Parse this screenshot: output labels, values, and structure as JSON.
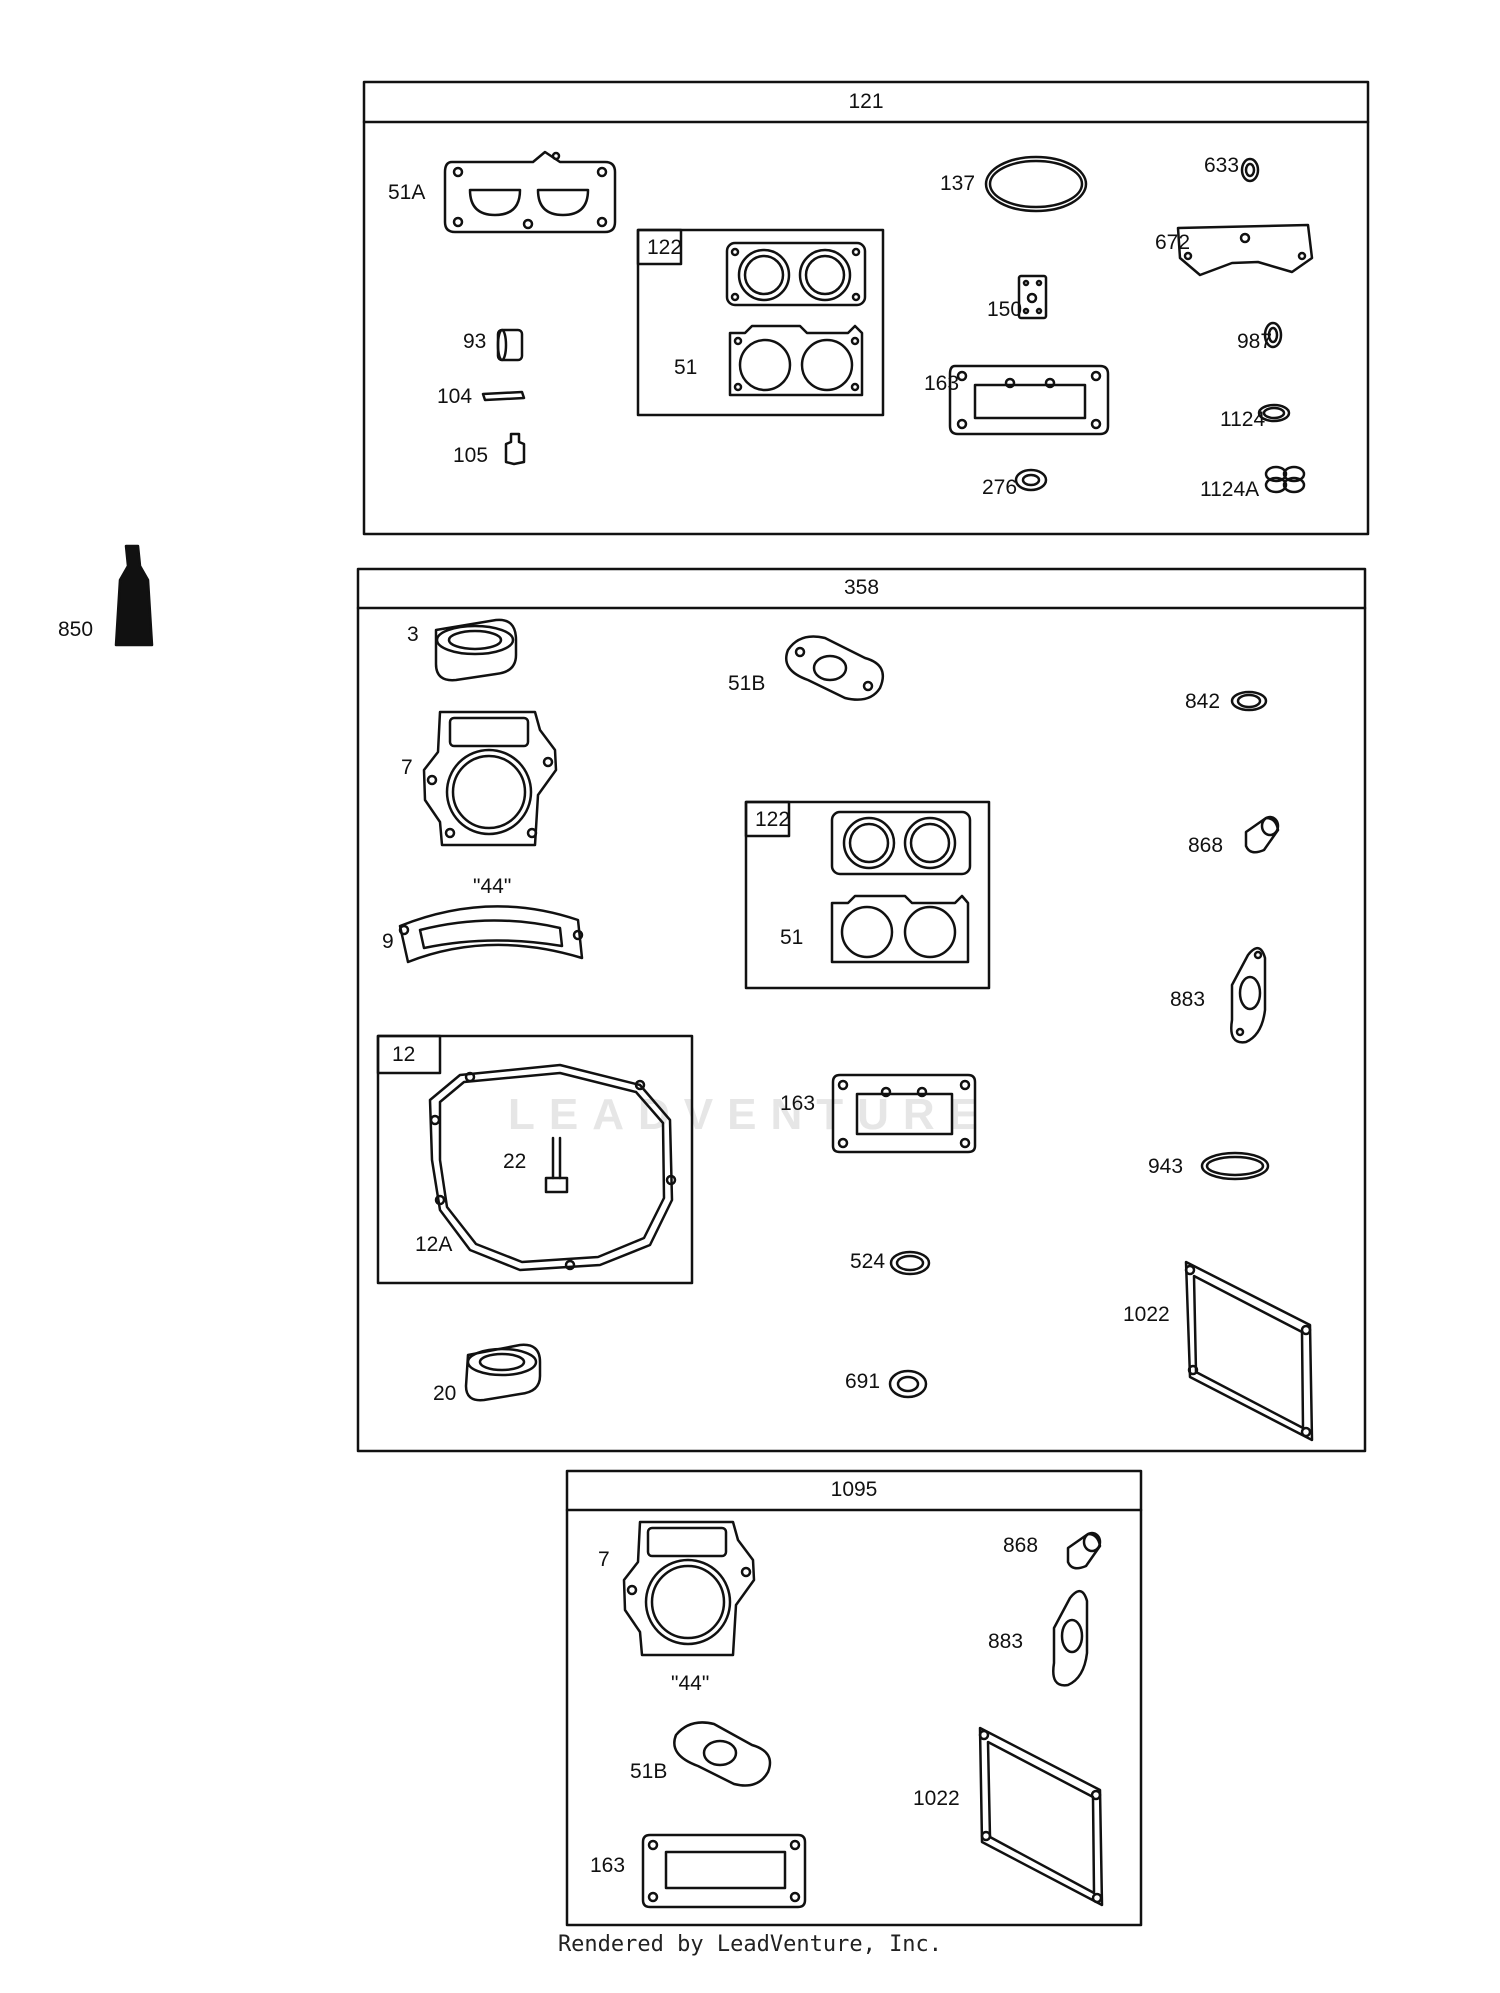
{
  "diagram": {
    "kits": [
      {
        "id": "121",
        "parts": [
          "51A",
          "93",
          "104",
          "105",
          "137",
          "150",
          "163",
          "276",
          "633",
          "672",
          "987",
          "1124",
          "1124A"
        ]
      },
      {
        "id": "358",
        "parts": [
          "3",
          "7",
          "9",
          "20",
          "51B",
          "524",
          "691",
          "842",
          "868",
          "883",
          "943",
          "1022"
        ]
      },
      {
        "id": "1095",
        "parts": [
          "7",
          "51B",
          "163",
          "868",
          "883",
          "1022"
        ]
      }
    ],
    "subkits": [
      {
        "id": "122",
        "parts": [
          "51"
        ]
      },
      {
        "id": "12",
        "parts": [
          "12A",
          "22"
        ]
      }
    ],
    "standalone": [
      "850"
    ],
    "marking_text": "\"44\""
  },
  "boxes": {
    "k121": {
      "title": "121"
    },
    "k358": {
      "title": "358"
    },
    "k1095": {
      "title": "1095"
    },
    "s122a": {
      "title": "122"
    },
    "s122b": {
      "title": "122"
    },
    "s12": {
      "title": "12"
    }
  },
  "labels": {
    "p51A": "51A",
    "p93": "93",
    "p104": "104",
    "p105": "105",
    "p51_a": "51",
    "p137": "137",
    "p150": "150",
    "p163_a": "163",
    "p276": "276",
    "p633": "633",
    "p672": "672",
    "p987": "987",
    "p1124": "1124",
    "p1124A": "1124A",
    "p850": "850",
    "p3": "3",
    "p7_a": "7",
    "p44_a": "\"44\"",
    "p9": "9",
    "p12A": "12A",
    "p22": "22",
    "p20": "20",
    "p51B_a": "51B",
    "p51_b": "51",
    "p163_b": "163",
    "p524": "524",
    "p691": "691",
    "p842": "842",
    "p868_a": "868",
    "p883_a": "883",
    "p943": "943",
    "p1022_a": "1022",
    "p7_b": "7",
    "p44_b": "\"44\"",
    "p51B_b": "51B",
    "p163_c": "163",
    "p868_b": "868",
    "p883_b": "883",
    "p1022_b": "1022"
  },
  "watermark": "LEADVENTURE",
  "footer": "Rendered by LeadVenture, Inc."
}
